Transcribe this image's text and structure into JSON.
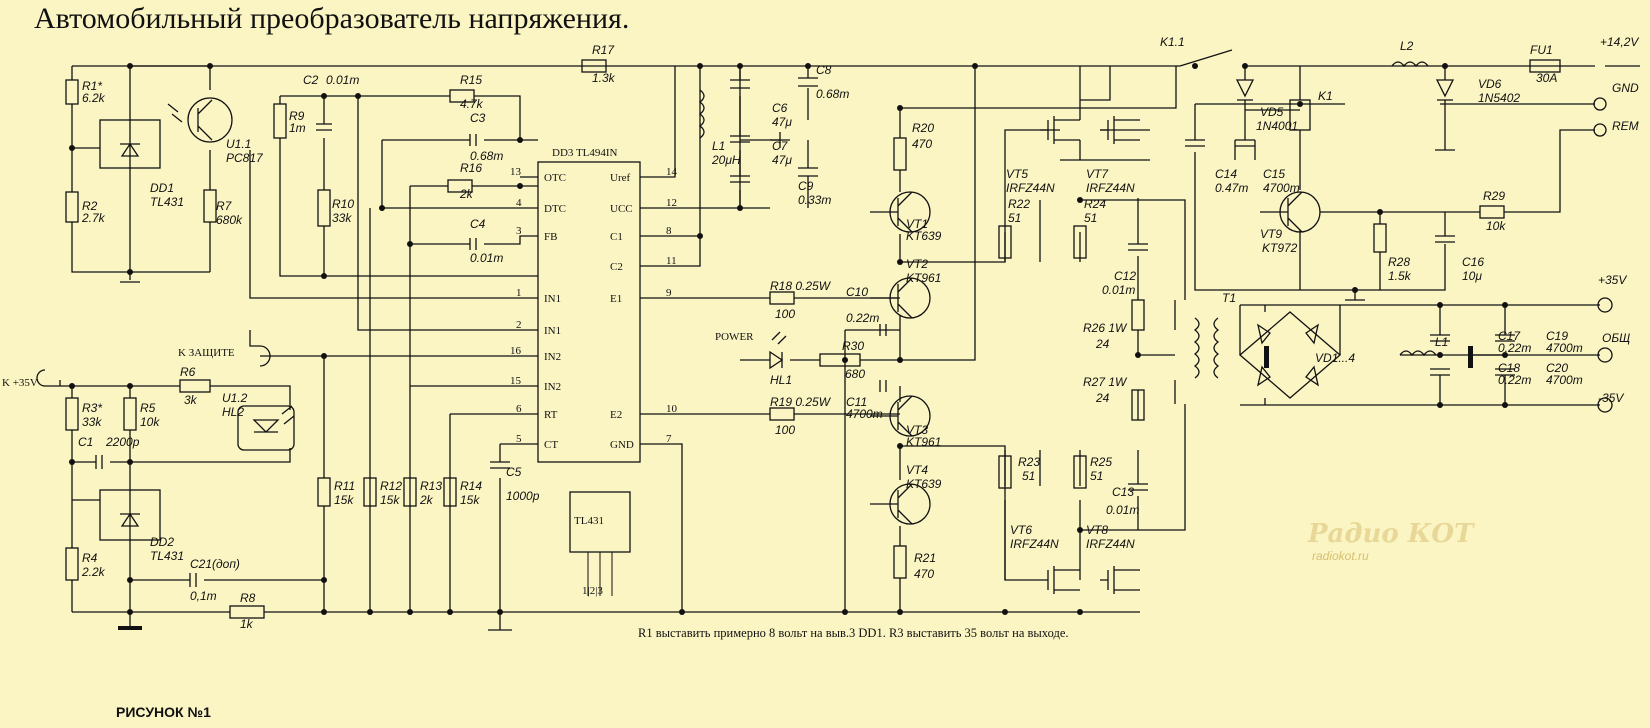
{
  "title": "Автомобильный преобразователь напряжения.",
  "note": "R1 выставить примерно 8 вольт на выв.3 DD1.  R3 выставить 35 вольт на выходе.",
  "figure": "РИСУНОК №1",
  "watermark": {
    "line1": "Радио КОТ",
    "line2": "radiokot.ru"
  },
  "ic": {
    "name": "DD3  TL494IN",
    "package": "TL431",
    "package_pins": "1|2|3",
    "left_pins": [
      {
        "num": "13",
        "name": "OTC"
      },
      {
        "num": "4",
        "name": "DTC"
      },
      {
        "num": "3",
        "name": "FB"
      },
      {
        "num": "1",
        "name": "IN1"
      },
      {
        "num": "2",
        "name": "IN1"
      },
      {
        "num": "16",
        "name": "IN2"
      },
      {
        "num": "15",
        "name": "IN2"
      },
      {
        "num": "6",
        "name": "RT"
      },
      {
        "num": "5",
        "name": "CT"
      }
    ],
    "right_pins": [
      {
        "num": "14",
        "name": "Uref"
      },
      {
        "num": "12",
        "name": "UCC"
      },
      {
        "num": "8",
        "name": "C1"
      },
      {
        "num": "11",
        "name": "C2"
      },
      {
        "num": "9",
        "name": "E1"
      },
      {
        "num": "10",
        "name": "E2"
      },
      {
        "num": "7",
        "name": "GND"
      }
    ]
  },
  "labels": {
    "R17": "R17",
    "R17v": "1.3k",
    "K11": "K1.1",
    "L2": "L2",
    "FU1": "FU1",
    "FU1v": "30A",
    "plus142": "+14,2V",
    "GND": "GND",
    "REM": "REM",
    "R1": "R1*",
    "R1v": "6.2k",
    "R2": "R2",
    "R2v": "2.7k",
    "DD1": "DD1",
    "DD1v": "TL431",
    "U11": "U1.1",
    "U11v": "PC817",
    "R7": "R7",
    "R7v": "680k",
    "C2": "C2",
    "C2v": "0.01m",
    "R15": "R15",
    "R15v": "4.7k",
    "C3": "C3",
    "C3v": "0.68m",
    "R16": "R16",
    "R16v": "2k",
    "C4": "C4",
    "C4v": "0.01m",
    "R9": "R9",
    "R9v": "1m",
    "R10": "R10",
    "R10v": "33k",
    "L1": "L1",
    "L1v": "20μH",
    "C6": "C6",
    "C6v": "47μ",
    "C7": "C7",
    "C7v": "47μ",
    "C8": "C8",
    "C8v": "0.68m",
    "C9": "C9",
    "C9v": "0.33m",
    "R20": "R20",
    "R20v": "470",
    "VT1": "VT1",
    "VT1v": "KT639",
    "VT2": "VT2",
    "VT2v": "KT961",
    "VT5": "VT5",
    "VT5v": "IRFZ44N",
    "VT7": "VT7",
    "VT7v": "IRFZ44N",
    "R22": "R22",
    "R22v": "51",
    "R24": "R24",
    "R24v": "51",
    "C12": "C12",
    "C12v": "0.01m",
    "VD5": "VD5",
    "VD5v": "1N4001",
    "VD6": "VD6",
    "VD6v": "1N5402",
    "K1": "K1",
    "C14": "C14",
    "C14v": "0.47m",
    "C15": "C15",
    "C15v": "4700m",
    "VT9": "VT9",
    "VT9v": "KT972",
    "R28": "R28",
    "R28v": "1.5k",
    "R29": "R29",
    "R29v": "10k",
    "C16": "C16",
    "C16v": "10μ",
    "R18": "R18 0.25W",
    "R18v": "100",
    "C10": "C10",
    "C10v": "0.22m",
    "POWER": "POWER",
    "HL1": "HL1",
    "R30": "R30",
    "R30v": "680",
    "C11": "C11",
    "C11v": "4700m",
    "R19": "R19 0.25W",
    "R19v": "100",
    "R26": "R26 1W",
    "R26v": "24",
    "R27": "R27 1W",
    "R27v": "24",
    "T1": "T1",
    "VD14": "VD1...4",
    "L1b": "L1",
    "plus35": "+35V",
    "minus35": "-35V",
    "OBSH": "ОБЩ",
    "C17": "C17",
    "C17v": "0.22m",
    "C18": "C18",
    "C18v": "0.22m",
    "C19": "C19",
    "C19v": "4700m",
    "C20": "C20",
    "C20v": "4700m",
    "kzash": "K ЗАЩИТЕ",
    "kplus35": "K +35V",
    "R3": "R3*",
    "R3v": "33k",
    "R5": "R5",
    "R5v": "10k",
    "R6": "R6",
    "R6v": "3k",
    "U12": "U1.2",
    "U12v": "HL2",
    "C1": "C1",
    "C1v": "2200p",
    "DD2": "DD2",
    "DD2v": "TL431",
    "R4": "R4",
    "R4v": "2.2k",
    "C21": "C21(доп)",
    "C21v": "0,1m",
    "R8": "R8",
    "R8v": "1k",
    "R11": "R11",
    "R11v": "15k",
    "R12": "R12",
    "R12v": "15k",
    "R13": "R13",
    "R13v": "2k",
    "R14": "R14",
    "R14v": "15k",
    "C5": "C5",
    "C5v": "1000p",
    "VT3": "VT3",
    "VT3v": "KT961",
    "VT4": "VT4",
    "VT4v": "KT639",
    "R21": "R21",
    "R21v": "470",
    "R23": "R23",
    "R23v": "51",
    "R25": "R25",
    "R25v": "51",
    "VT6": "VT6",
    "VT6v": "IRFZ44N",
    "VT8": "VT8",
    "VT8v": "IRFZ44N",
    "C13": "C13",
    "C13v": "0.01m"
  }
}
